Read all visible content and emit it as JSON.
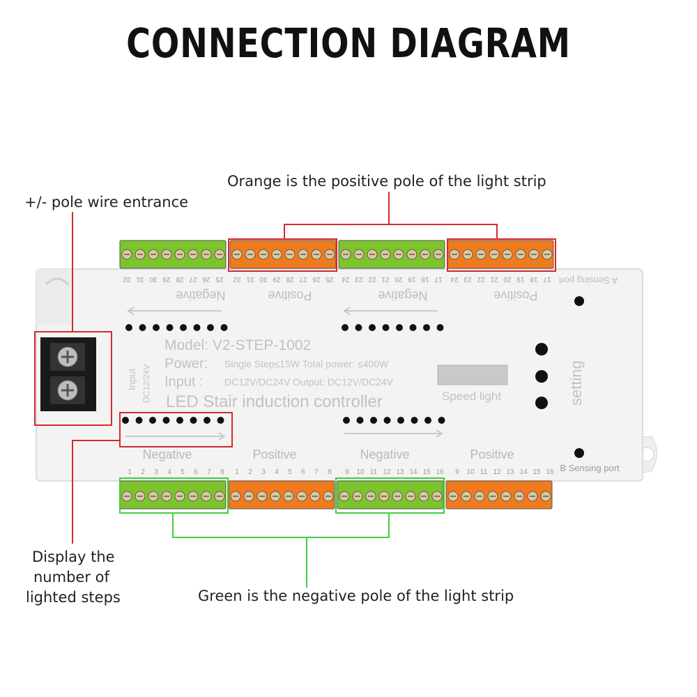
{
  "title": "CONNECTION DIAGRAM",
  "callouts": {
    "orange": "Orange is the positive pole of the light strip",
    "wire_entrance": "+/- pole wire entrance",
    "display": [
      "Display the",
      "number of",
      "lighted steps"
    ],
    "green": "Green is the negative pole of the light strip"
  },
  "device": {
    "model": "Model: V2-STEP-1002",
    "power_label": "Power:",
    "power_detail": "Single Step≤15W Total power:  ≤400W",
    "input_label": "Input :",
    "input_detail": "DC12V/DC24V Output: DC12V/DC24V",
    "name": "LED Stair induction controller",
    "speed_light": "Speed light",
    "setting": "setting",
    "input_side": "Input",
    "input_side_volt": "DC12/24V",
    "a_port": "A Sensing port",
    "b_port": "B Sensing port",
    "negative": "Negative",
    "positive": "Positive",
    "top_numbers_1": [
      "32",
      "31",
      "30",
      "29",
      "28",
      "27",
      "26",
      "25"
    ],
    "top_numbers_2": [
      "24",
      "23",
      "22",
      "21",
      "20",
      "19",
      "18",
      "17"
    ],
    "bottom_numbers_1": [
      "1",
      "2",
      "3",
      "4",
      "5",
      "6",
      "7",
      "8"
    ],
    "bottom_numbers_2": [
      "9",
      "10",
      "11",
      "12",
      "13",
      "14",
      "15",
      "16"
    ]
  },
  "colors": {
    "green_terminal": "#7cc42e",
    "orange_terminal": "#f07a1e",
    "highlight_red": "#d42a2a",
    "highlight_green": "#3ecf3e"
  }
}
